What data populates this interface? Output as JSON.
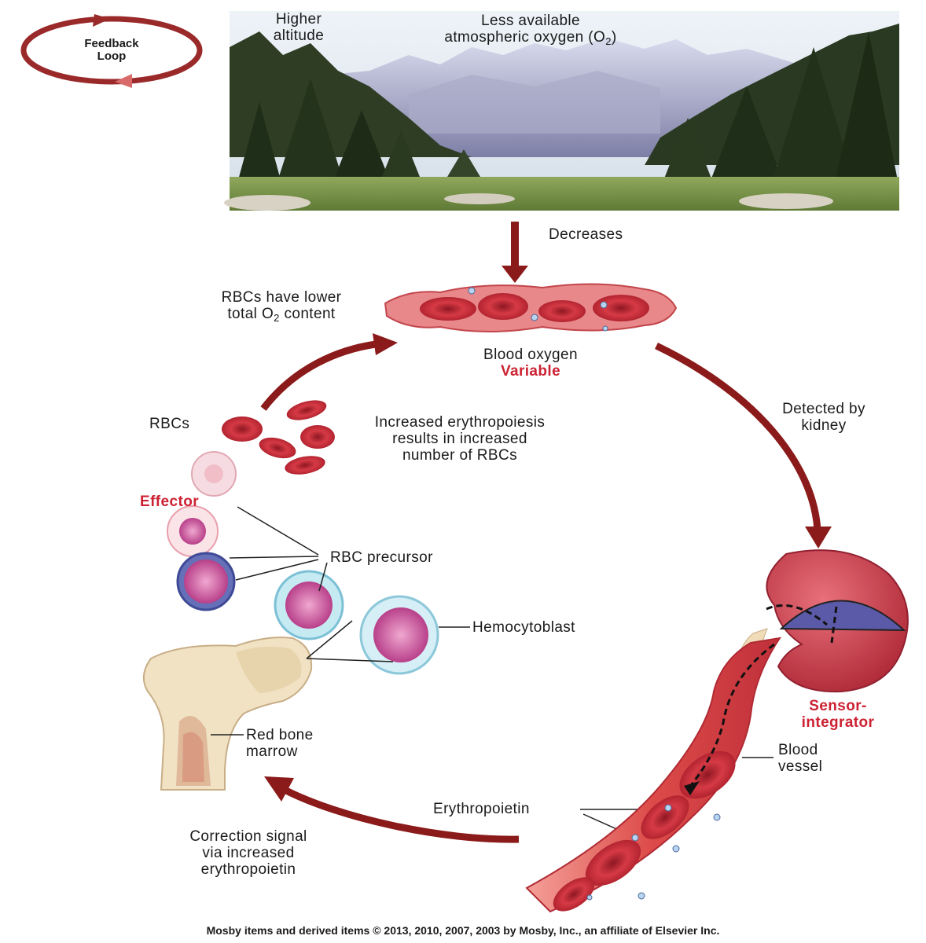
{
  "feedback_loop": {
    "line1": "Feedback",
    "line2": "Loop"
  },
  "landscape": {
    "altitude_line1": "Higher",
    "altitude_line2": "altitude",
    "oxygen_line1": "Less available",
    "oxygen_line2_prefix": "atmospheric oxygen (O",
    "oxygen_line2_sub": "2",
    "oxygen_line2_suffix": ")"
  },
  "decreases": "Decreases",
  "rbc_lower": {
    "line1": "RBCs have lower",
    "line2_prefix": "total O",
    "line2_sub": "2",
    "line2_suffix": " content"
  },
  "blood_oxygen": {
    "line1": "Blood oxygen",
    "line2": "Variable"
  },
  "detected": {
    "line1": "Detected by",
    "line2": "kidney"
  },
  "rbcs_label": "RBCs",
  "increased": {
    "line1": "Increased erythropoiesis",
    "line2": "results in increased",
    "line3": "number of RBCs"
  },
  "effector": "Effector",
  "rbc_precursor": "RBC precursor",
  "hemocytoblast": "Hemocytoblast",
  "red_bone_marrow": {
    "line1": "Red bone",
    "line2": "marrow"
  },
  "sensor": {
    "line1": "Sensor-",
    "line2": "integrator"
  },
  "blood_vessel": {
    "line1": "Blood",
    "line2": "vessel"
  },
  "erythropoietin": "Erythropoietin",
  "correction": {
    "line1": "Correction signal",
    "line2": "via increased",
    "line3": "erythropoietin"
  },
  "copyright": "Mosby items and derived items © 2013, 2010, 2007, 2003 by Mosby, Inc., an affiliate of Elsevier Inc.",
  "colors": {
    "arrow": "#8b1a1a",
    "highlight": "#cc2233",
    "rbc": "#c8323c",
    "kidney": "#c43a48",
    "medulla": "#5a5aa8"
  }
}
